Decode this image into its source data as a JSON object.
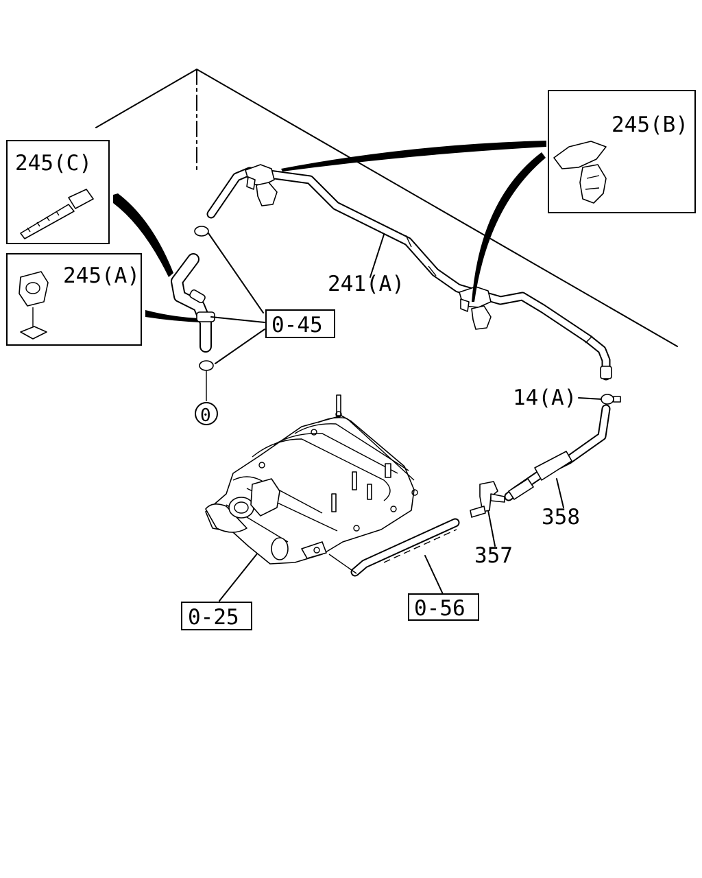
{
  "callouts": {
    "c245c": "245(C)",
    "c245a": "245(A)",
    "c245b": "245(B)",
    "c241a": "241(A)",
    "c14a": "14(A)",
    "c358": "358",
    "c357": "357",
    "ref045": "0-45",
    "ref025": "0-25",
    "ref056": "0-56",
    "circle0": "0"
  }
}
